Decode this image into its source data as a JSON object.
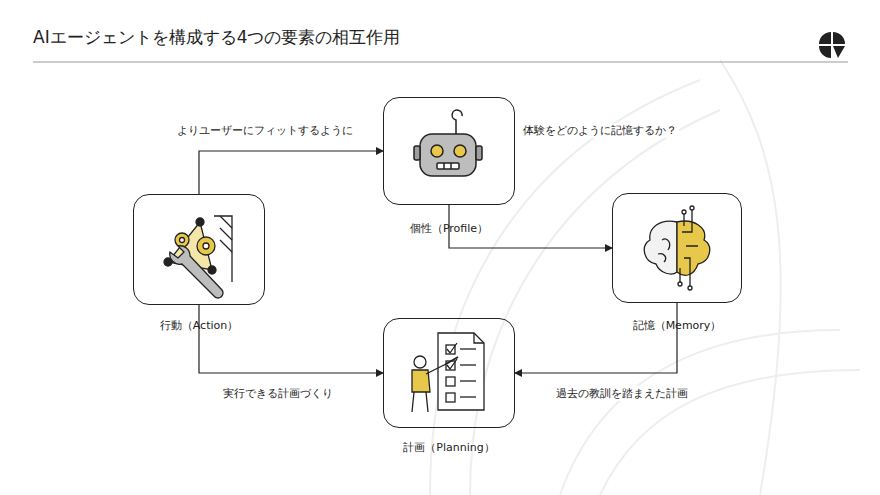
{
  "diagram": {
    "title": "AIエージェントを構成する4つの要素の相互作用",
    "nodes": [
      {
        "text": [
          "個性（Profile）"
        ]
      },
      {
        "text": [
          "行動（Action）"
        ]
      },
      {
        "text": [
          "記憶（Memory）"
        ]
      },
      {
        "text": [
          "計画（Planning）"
        ]
      }
    ],
    "edges": [
      {
        "from": 1,
        "to": 0,
        "arrow": "to",
        "label": "よりユーザーにフィットするように"
      },
      {
        "from": 0,
        "to": 2,
        "arrow": "to",
        "label": "体験をどのように記憶するか？"
      },
      {
        "from": 2,
        "to": 3,
        "arrow": "to",
        "label": "過去の教訓を踏まえた計画"
      },
      {
        "from": 1,
        "to": 3,
        "arrow": "to",
        "label": "実行できる計画づくり"
      }
    ]
  }
}
